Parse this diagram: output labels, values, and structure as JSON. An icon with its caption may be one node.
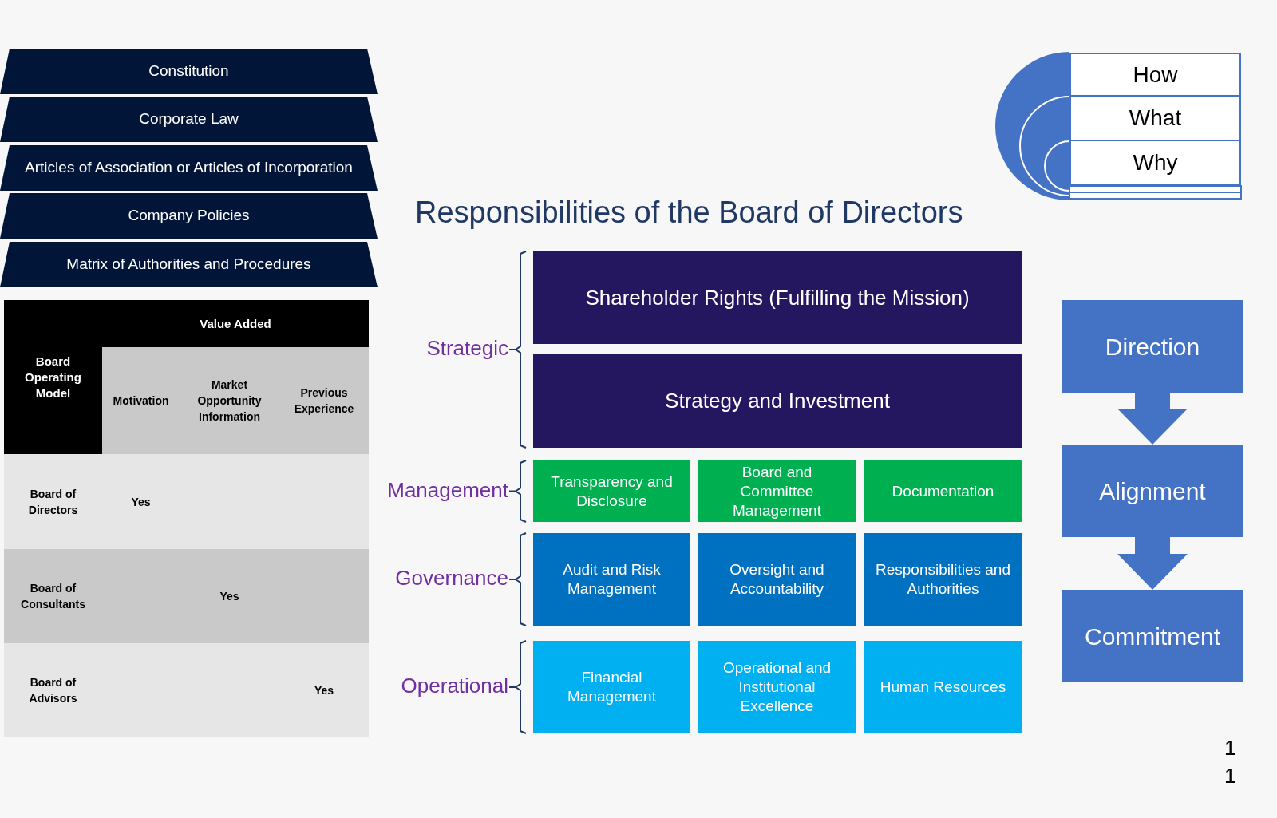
{
  "diagram": {
    "title": "Responsibilities of the Board of Directors",
    "nodes": [
      {
        "text": [
          "Constitution"
        ]
      },
      {
        "text": [
          "Corporate Law"
        ]
      },
      {
        "text": [
          "Articles of Association or Articles of Incorporation"
        ]
      },
      {
        "text": [
          "Company Policies"
        ]
      },
      {
        "text": [
          "Matrix of Authorities and Procedures"
        ]
      },
      {
        "text": [
          "How"
        ]
      },
      {
        "text": [
          "What"
        ]
      },
      {
        "text": [
          "Why"
        ]
      },
      {
        "text": [
          "Shareholder Rights (Fulfilling the Mission)"
        ]
      },
      {
        "text": [
          "Strategy and Investment"
        ]
      },
      {
        "text": [
          "Transparency and Disclosure"
        ]
      },
      {
        "text": [
          "Board and Committee Management"
        ]
      },
      {
        "text": [
          "Documentation"
        ]
      },
      {
        "text": [
          "Audit and Risk Management"
        ]
      },
      {
        "text": [
          "Oversight and Accountability"
        ]
      },
      {
        "text": [
          "Responsibilities and Authorities"
        ]
      },
      {
        "text": [
          "Financial Management"
        ]
      },
      {
        "text": [
          "Operational and Institutional Excellence"
        ]
      },
      {
        "text": [
          "Human Resources"
        ]
      },
      {
        "text": [
          "Direction"
        ]
      },
      {
        "text": [
          "Alignment"
        ]
      },
      {
        "text": [
          "Commitment"
        ]
      }
    ],
    "edges": [
      {
        "from": 19,
        "to": 20,
        "arrow": "to",
        "style": "thick"
      },
      {
        "from": 20,
        "to": 21,
        "arrow": "to",
        "style": "thick"
      }
    ],
    "labels": [
      "Value Added",
      "Board Operating Model",
      "Motivation",
      "Market Opportunity Information",
      "Previous Experience",
      "Board of Directors",
      "Yes",
      "Board of Consultants",
      "Yes",
      "Board of Advisors",
      "Yes",
      "Strategic",
      "Management",
      "Governance",
      "Operational",
      "1",
      "1"
    ]
  }
}
